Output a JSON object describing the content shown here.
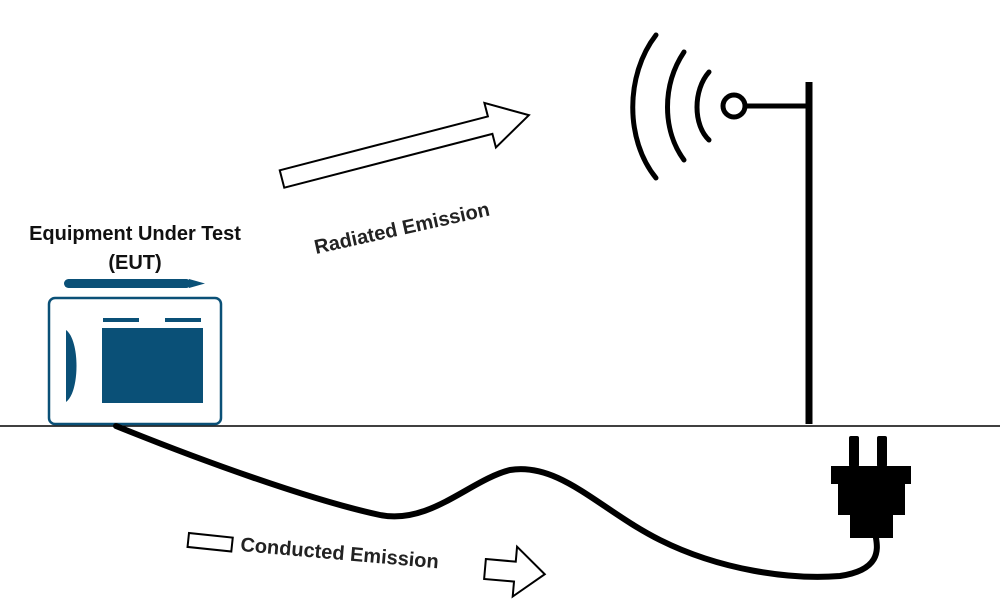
{
  "eut": {
    "title_line1": "Equipment Under Test",
    "title_line2": "(EUT)"
  },
  "labels": {
    "radiated": "Radiated Emission",
    "conducted": "Conducted Emission"
  },
  "colors": {
    "eut_blue": "#0a5077",
    "line": "#000000",
    "background": "#ffffff"
  },
  "icons": {
    "antenna": "antenna-icon",
    "power_plug": "power-plug-icon",
    "radio_waves": "radio-waves-icon"
  }
}
